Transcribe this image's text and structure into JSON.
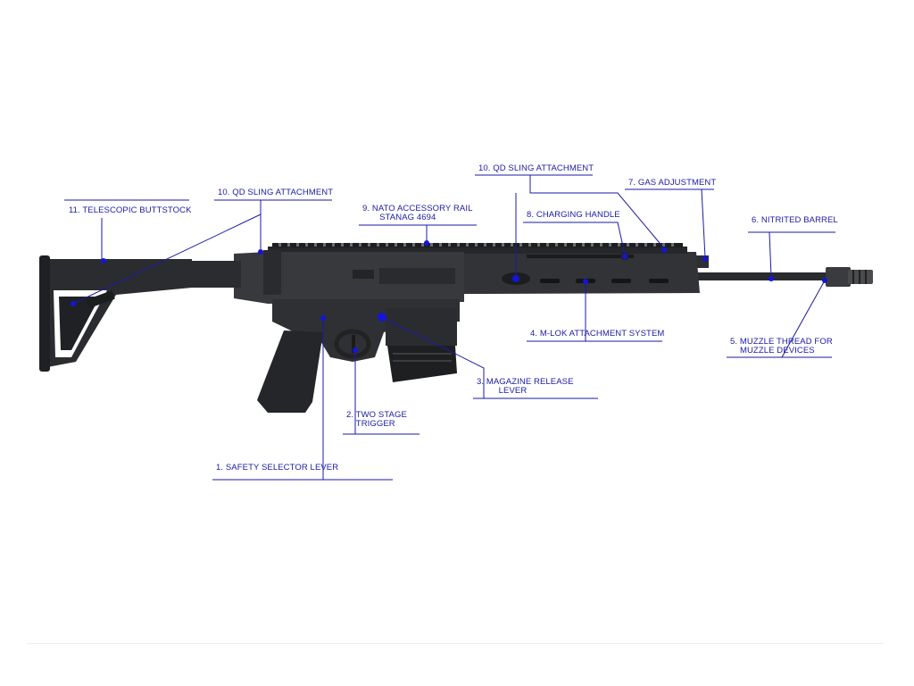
{
  "colors": {
    "label": "#1a1aa8",
    "leader": "#1a1aa8",
    "marker": "#1515d6",
    "rifle_body": "#2d2e31",
    "rifle_dark": "#1c1d1f",
    "background": "#ffffff"
  },
  "labels": {
    "l1": "1. SAFETY SELECTOR LEVER",
    "l2": "2. TWO STAGE\n    TRIGGER",
    "l3": "3. MAGAZINE RELEASE\n         LEVER",
    "l4": "4. M-LOK ATTACHMENT SYSTEM",
    "l5": "5. MUZZLE THREAD FOR\n    MUZZLE DEVICES",
    "l6": "6. NITRITED BARREL",
    "l7": "7. GAS ADJUSTMENT",
    "l8": "8. CHARGING HANDLE",
    "l9": "9. NATO ACCESSORY RAIL\n       STANAG 4694",
    "l10a": "10. QD SLING ATTACHMENT",
    "l10b": "10. QD SLING ATTACHMENT",
    "l11": "11. TELESCOPIC BUTTSTOCK"
  },
  "icons": {
    "rifle": "rifle-illustration",
    "callout_marker": "blue-dot-marker"
  }
}
